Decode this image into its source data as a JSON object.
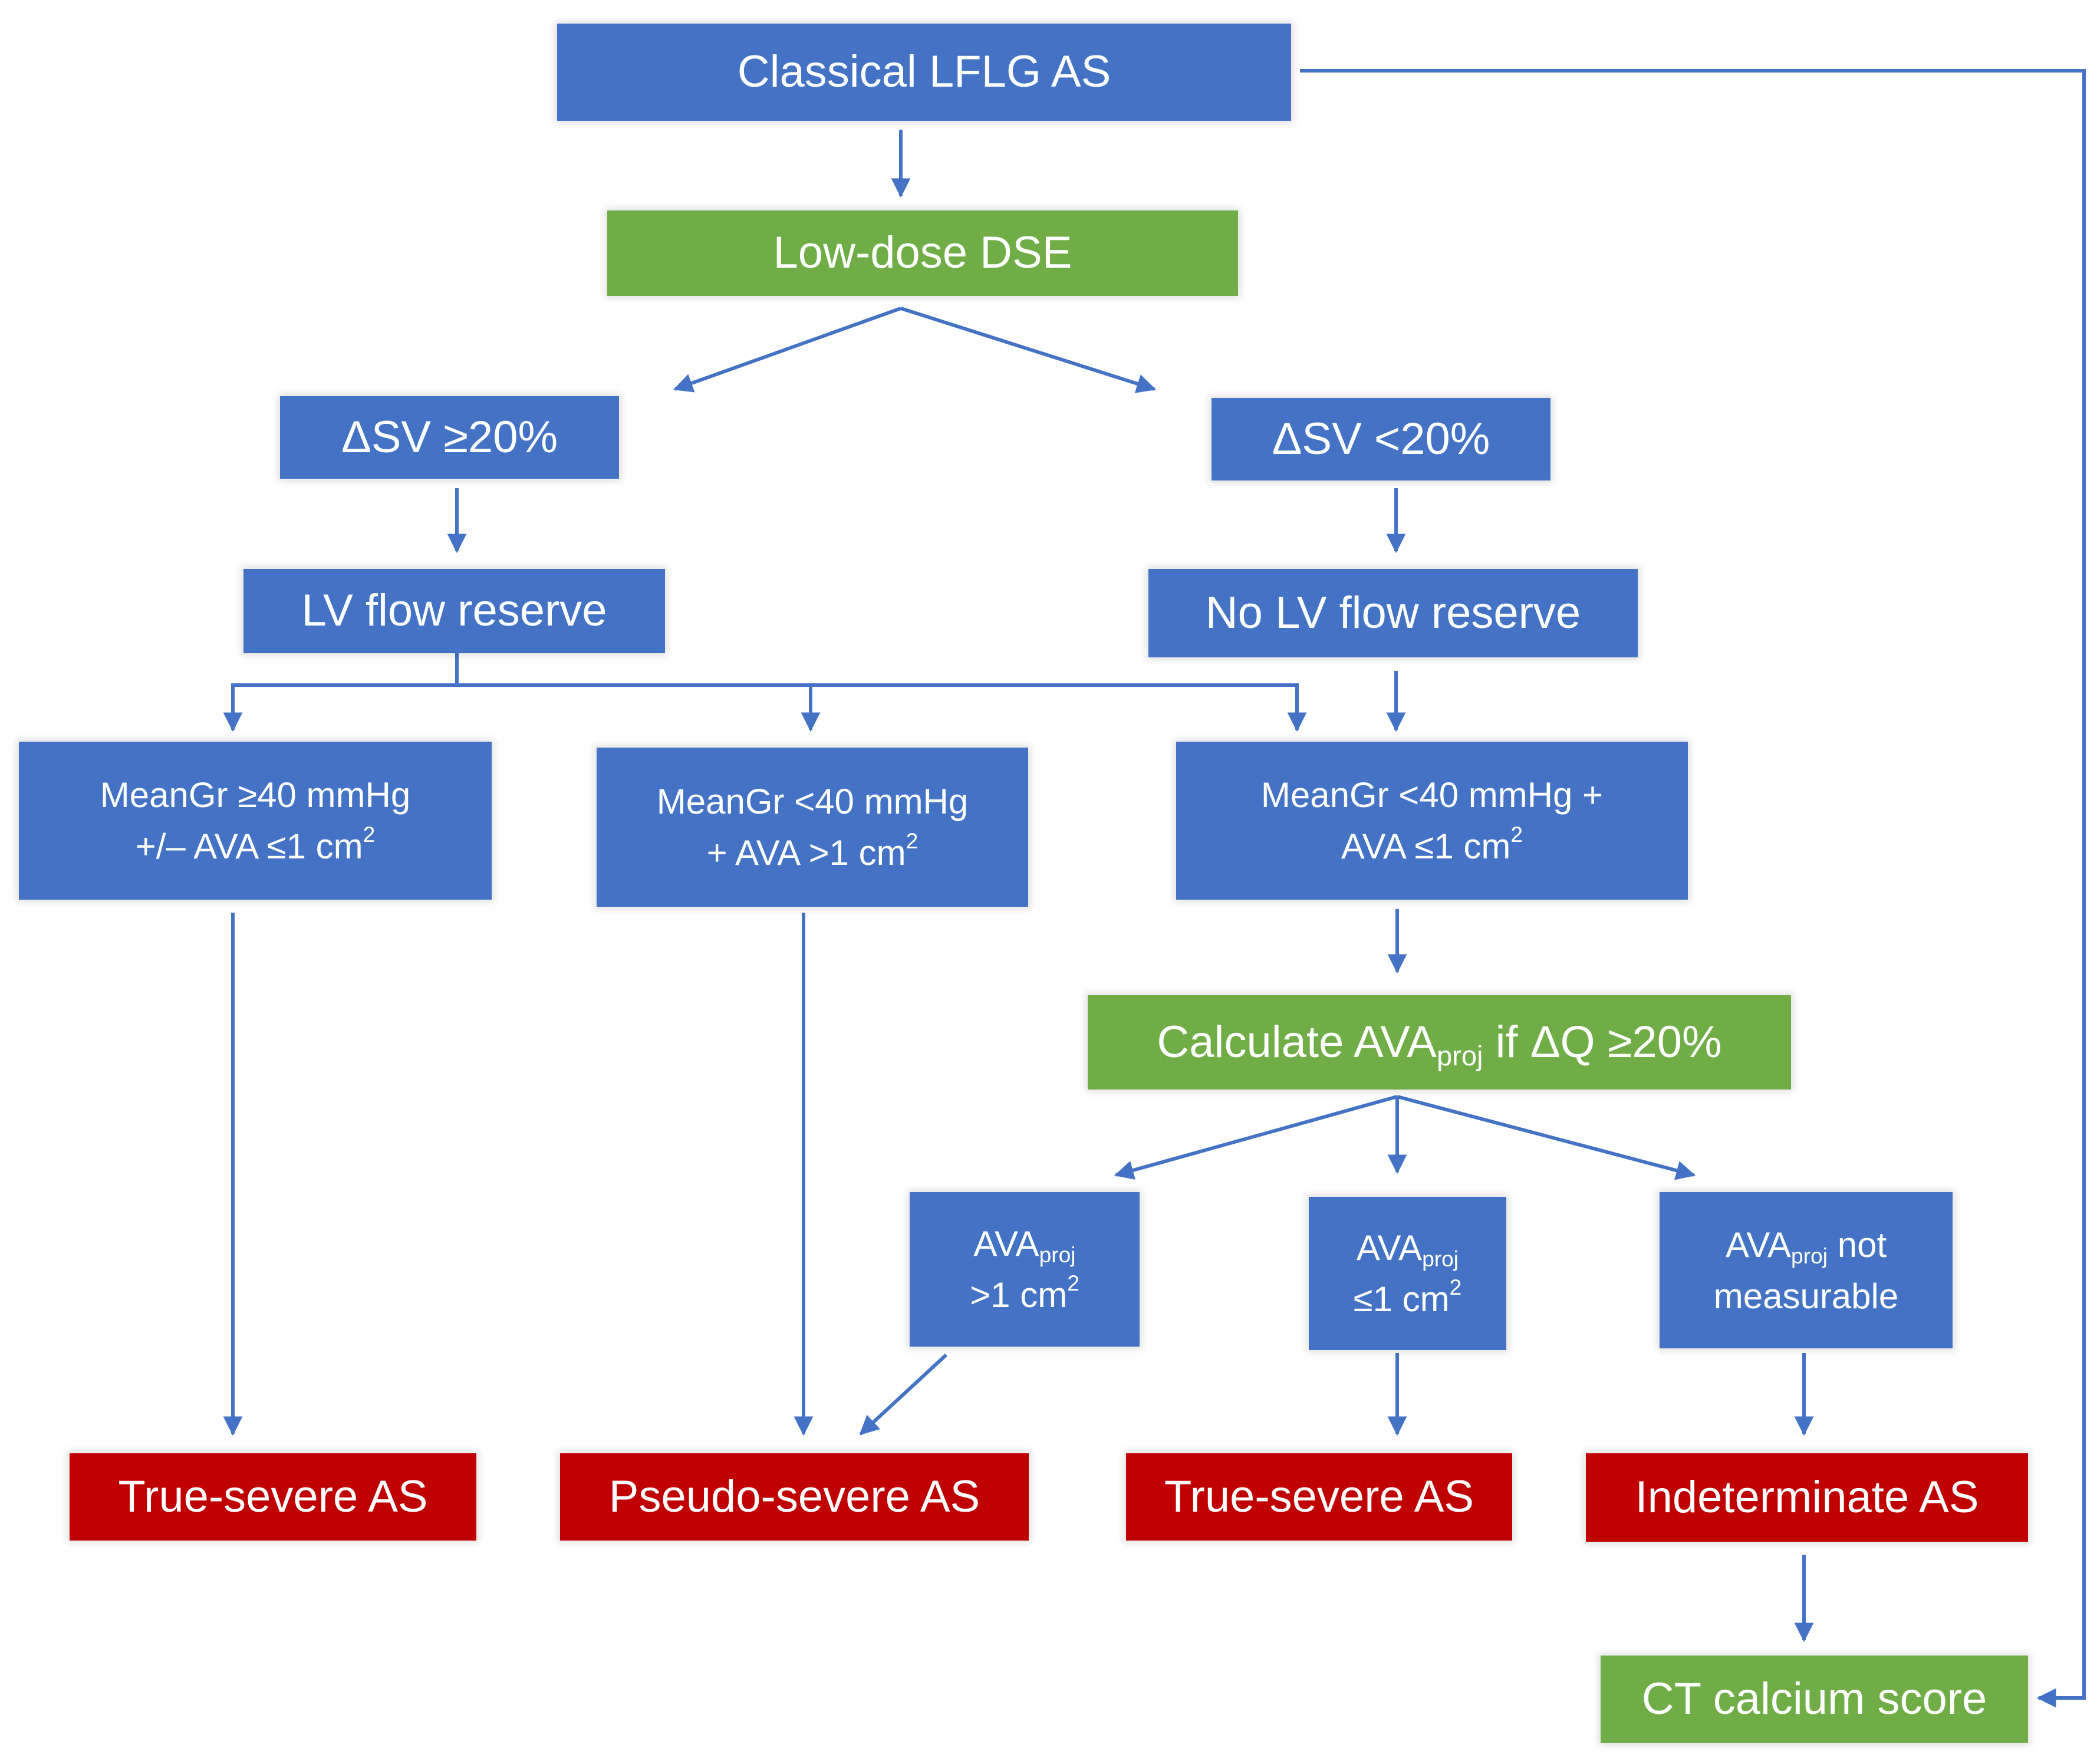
{
  "colors": {
    "blue": "#4472c4",
    "green": "#70ad47",
    "red": "#c00000",
    "arrow": "#4472c4"
  },
  "nodes": {
    "start": "Classical LFLG AS",
    "dse": "Low-dose DSE",
    "sv_high": "ΔSV ≥20%",
    "sv_low": "ΔSV <20%",
    "flow_reserve": "LV flow reserve",
    "no_flow_reserve": "No LV flow reserve",
    "grad_high": {
      "line1": "MeanGr ≥40 mmHg",
      "line2_pre": "+/– AVA ≤1 cm",
      "sup": "2"
    },
    "grad_low_ava_high": {
      "line1": "MeanGr <40 mmHg",
      "line2_pre": "+ AVA >1 cm",
      "sup": "2"
    },
    "grad_low_ava_low": {
      "line1": "MeanGr <40 mmHg +",
      "line2_pre": "AVA ≤1 cm",
      "sup": "2"
    },
    "calc": {
      "pre": "Calculate AVA",
      "sub": "proj",
      "post": " if ΔQ ≥20%"
    },
    "proj_high": {
      "line1_pre": "AVA",
      "sub": "proj",
      "line2_pre": ">1 cm",
      "sup": "2"
    },
    "proj_low": {
      "line1_pre": "AVA",
      "sub": "proj",
      "line2_pre": "≤1 cm",
      "sup": "2"
    },
    "proj_na": {
      "line1_pre": "AVA",
      "sub": "proj",
      "line1_post": " not",
      "line2": "measurable"
    },
    "out_true1": "True-severe AS",
    "out_pseudo": "Pseudo-severe AS",
    "out_true2": "True-severe AS",
    "out_indeterminate": "Indeterminate AS",
    "ct": "CT calcium score"
  }
}
